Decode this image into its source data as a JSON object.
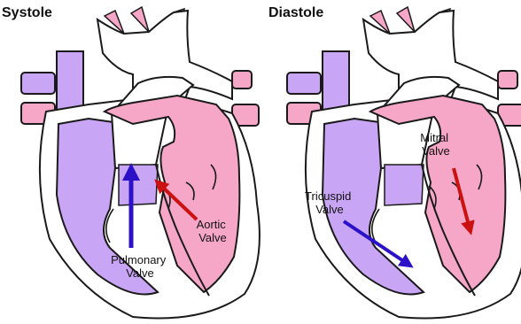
{
  "panels": [
    {
      "title": "Systole"
    },
    {
      "title": "Diastole"
    }
  ],
  "labels": {
    "pulmonary_valve": [
      "Pulmonary",
      "Valve"
    ],
    "aortic_valve": [
      "Aortic",
      "Valve"
    ],
    "mitral_valve": [
      "Mitral",
      "Valve"
    ],
    "tricuspid_valve": [
      "Tricuspid",
      "Valve"
    ]
  },
  "colors": {
    "outline": "#1a1a1a",
    "purple": "#c9a6f5",
    "pink": "#f6a6c6",
    "wall": "#ffffff",
    "arrow_blue": "#2b12c8",
    "arrow_red": "#cc1111"
  }
}
